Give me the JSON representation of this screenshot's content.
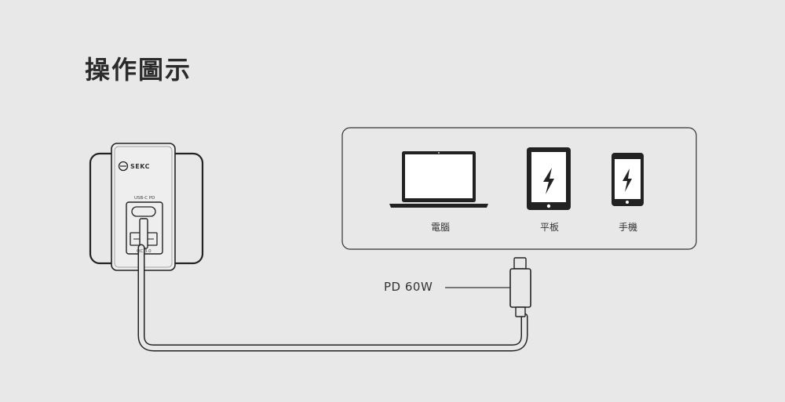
{
  "title": "操作圖示",
  "charger": {
    "brand": "SEKC",
    "port_top_label": "USB-C PD",
    "port_bottom_label": "QC 3.0"
  },
  "devices": [
    {
      "icon": "laptop-icon",
      "label": "電腦"
    },
    {
      "icon": "tablet-icon",
      "label": "平板"
    },
    {
      "icon": "phone-icon",
      "label": "手機"
    }
  ],
  "cable_label": "PD 60W"
}
